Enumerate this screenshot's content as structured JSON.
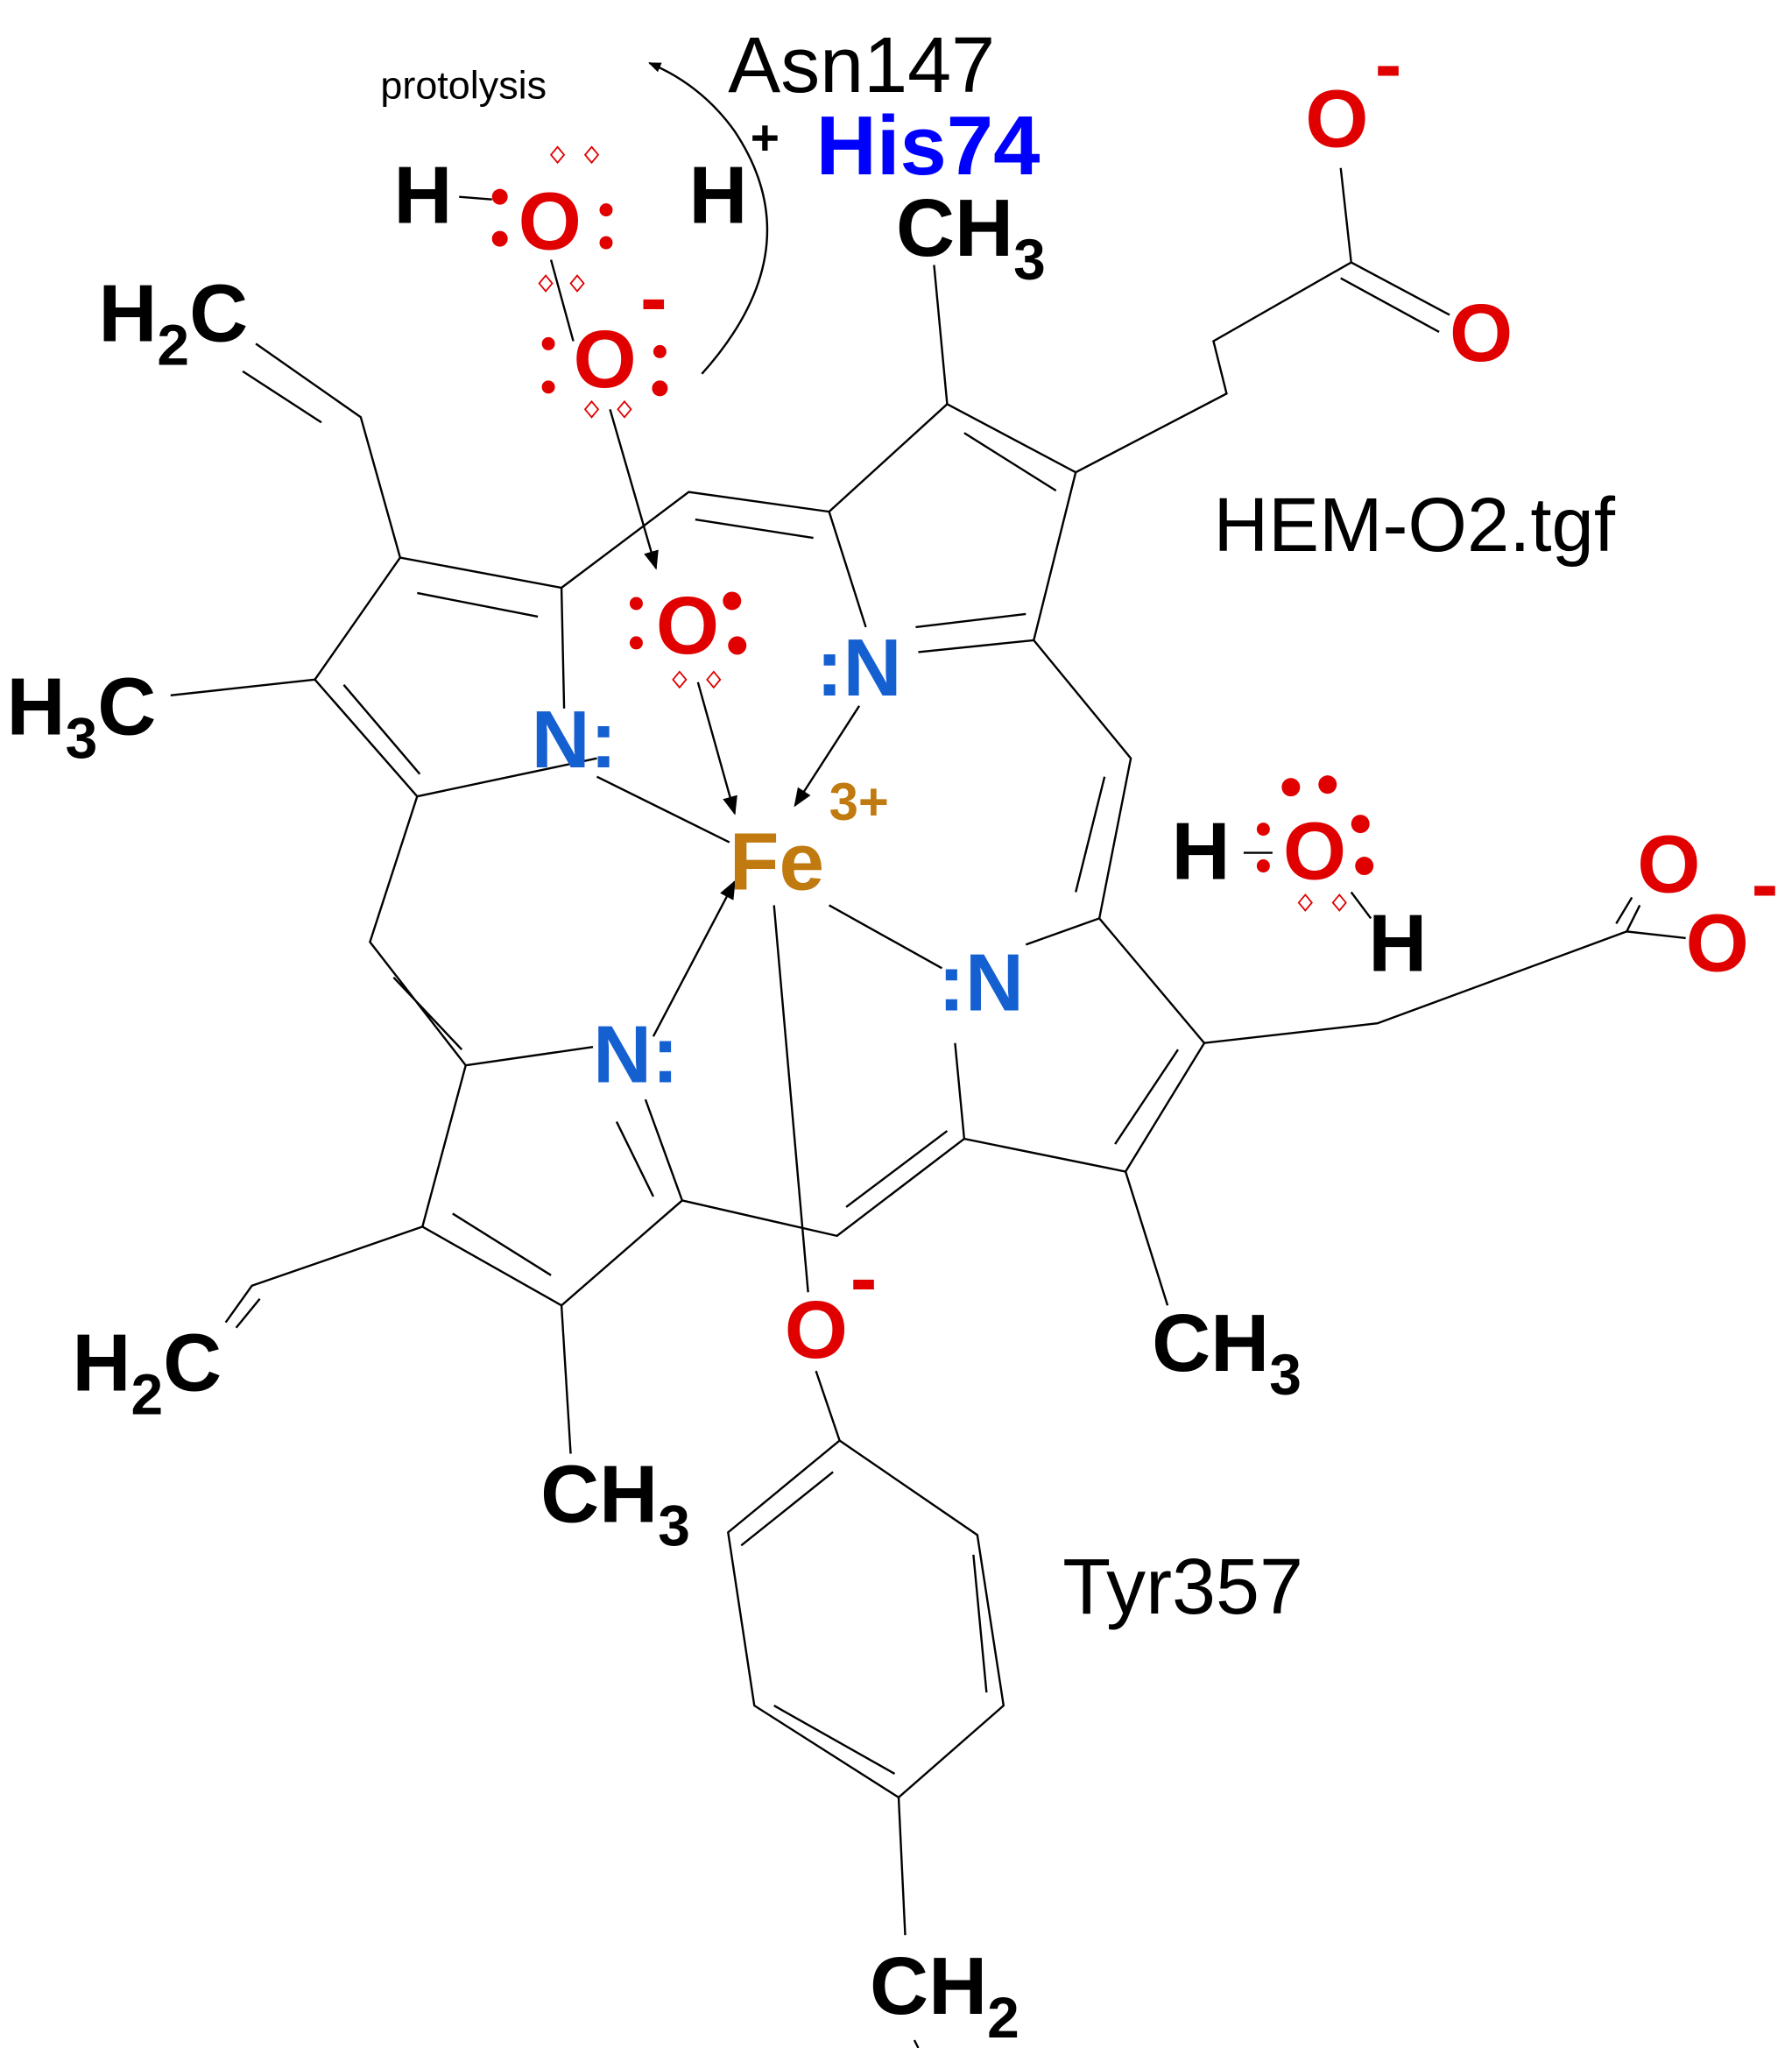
{
  "diagram": {
    "filename": "HEM-O2.tgf",
    "annotation": "protolysis",
    "residues": {
      "asn": "Asn147",
      "his": "His74",
      "tyr": "Tyr357"
    },
    "proton": {
      "atom": "H",
      "charge": "+"
    },
    "iron": {
      "atom": "Fe",
      "charge": "3+"
    },
    "nitrogens": [
      ":N",
      "N:",
      ":N",
      "N:"
    ],
    "oxygen": "O",
    "hydrogen": "H",
    "minus": "-",
    "methyl": {
      "c": "CH",
      "sub": "3"
    },
    "methyl_left": {
      "h": "H",
      "sub": "3",
      "c": "C"
    },
    "vinyl": {
      "h": "H",
      "sub": "2",
      "c": "C"
    },
    "methylene": {
      "c": "CH",
      "sub": "2"
    },
    "colors": {
      "oxygen": "#e00000",
      "nitrogen": "#1560d0",
      "his": "#0000ff",
      "iron": "#c07a10"
    }
  }
}
